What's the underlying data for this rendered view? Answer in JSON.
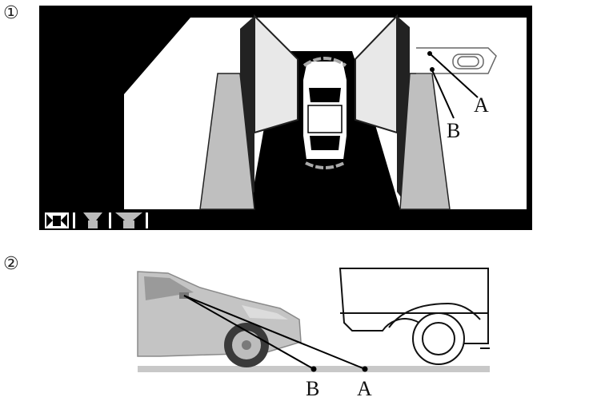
{
  "figure": {
    "marker_1": "①",
    "marker_2": "②"
  },
  "top_view": {
    "point_a_label": "A",
    "point_b_label": "B",
    "mode_icons": [
      "top-view-mode-icon",
      "front-view-mode-icon",
      "wide-view-mode-icon"
    ]
  },
  "side_view": {
    "point_b_label": "B",
    "point_a_label": "A"
  }
}
